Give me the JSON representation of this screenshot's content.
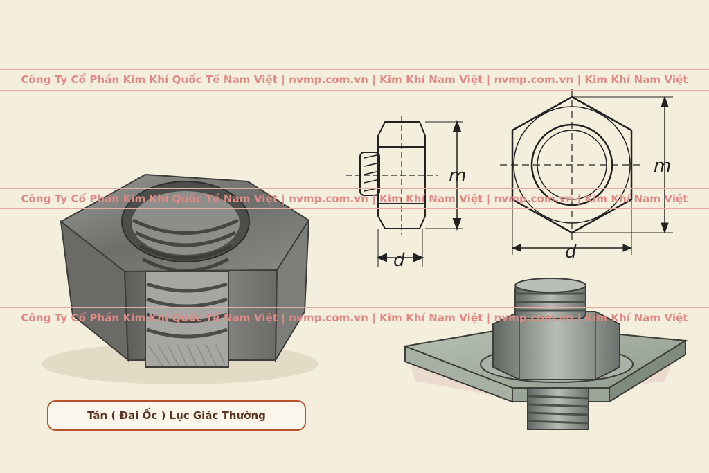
{
  "watermark": {
    "text": "Công Ty Cổ Phần Kim Khí Quốc Tế Nam Việt | nvmp.com.vn | Kim Khí Nam Việt | nvmp.com.vn | Kim Khí Nam Việt"
  },
  "caption": {
    "text": "Tán ( Đai Ốc ) Lục Giác Thường"
  },
  "side_view": {
    "height_label": "m",
    "diameter_label": "d"
  },
  "front_view": {
    "height_label": "m",
    "diameter_label": "d"
  },
  "colors": {
    "watermark": "#e08a86",
    "caption_border": "#b6532e",
    "background": "#f4eedd"
  }
}
